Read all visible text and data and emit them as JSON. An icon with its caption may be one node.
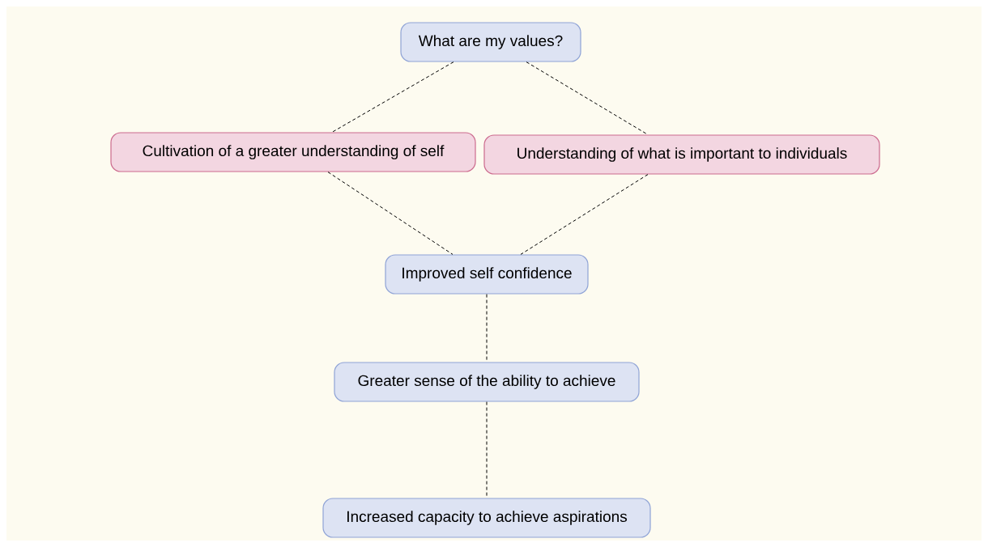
{
  "diagram": {
    "nodes": [
      {
        "text": [
          "What are my values?"
        ]
      },
      {
        "text": [
          "Cultivation of a greater understanding of self"
        ]
      },
      {
        "text": [
          "Understanding of what is important to individuals"
        ]
      },
      {
        "text": [
          "Improved self confidence"
        ]
      },
      {
        "text": [
          "Greater sense of the ability to achieve"
        ]
      },
      {
        "text": [
          "Increased capacity to achieve aspirations"
        ]
      }
    ],
    "edges": [
      {
        "from": 0,
        "to": 1,
        "arrow": "none",
        "style": "dashed"
      },
      {
        "from": 0,
        "to": 2,
        "arrow": "none",
        "style": "dashed"
      },
      {
        "from": 1,
        "to": 3,
        "arrow": "none",
        "style": "dashed"
      },
      {
        "from": 2,
        "to": 3,
        "arrow": "none",
        "style": "dashed"
      },
      {
        "from": 3,
        "to": 4,
        "arrow": "none",
        "style": "dashed"
      },
      {
        "from": 4,
        "to": 5,
        "arrow": "none",
        "style": "dashed"
      }
    ]
  }
}
